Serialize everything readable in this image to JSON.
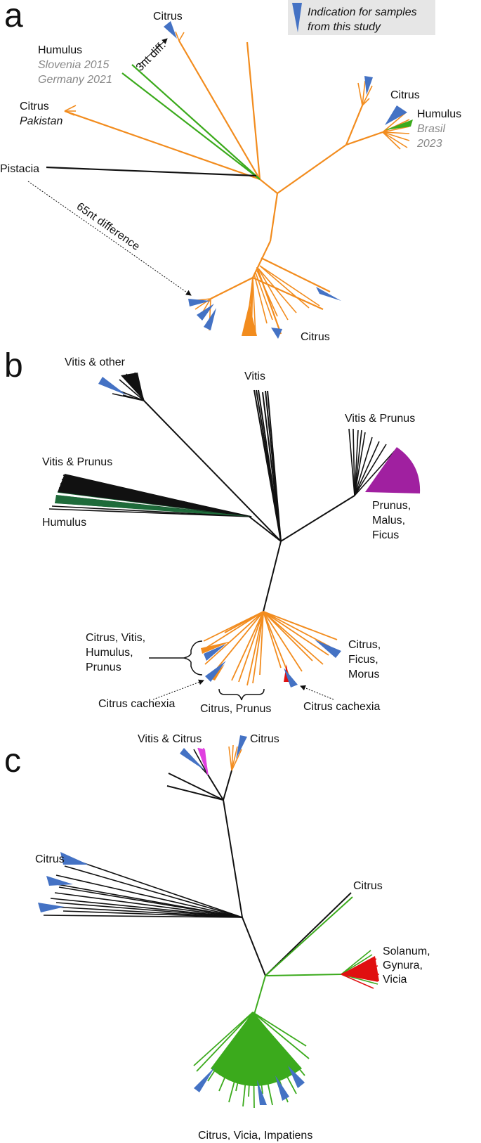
{
  "colors": {
    "orange": "#F28C1E",
    "green": "#3BAA1C",
    "darkgreen": "#1E6B3A",
    "black": "#111111",
    "blue": "#4472C4",
    "purple": "#A020A0",
    "magenta": "#E040E0",
    "red": "#E01010",
    "legend_bg": "#E6E6E6"
  },
  "legend": {
    "icon": "blue-wedge-icon",
    "line1": "Indication for samples",
    "line2": "from this study"
  },
  "panel_a": {
    "letter": "a",
    "citrus_top": "Citrus",
    "three_nt": "3nt diff.",
    "humulus": "Humulus",
    "slovenia": "Slovenia 2015",
    "germany": "Germany 2021",
    "citrus_pak": "Citrus",
    "pakistan": "Pakistan",
    "pistacia": "Pistacia",
    "sixtyfive": "65nt difference",
    "citrus_right": "Citrus",
    "humulus_right": "Humulus",
    "brasil": "Brasil",
    "year2023": "2023",
    "citrus_bottom": "Citrus"
  },
  "panel_b": {
    "letter": "b",
    "vitis_other": "Vitis & other",
    "vitis": "Vitis",
    "vitis_prunus_right": "Vitis & Prunus",
    "prunus": "Prunus,",
    "malus": "Malus,",
    "ficus": "Ficus",
    "vitis_prunus_left": "Vitis & Prunus",
    "humulus": "Humulus",
    "group_l1": "Citrus, Vitis,",
    "group_l2": "Humulus,",
    "group_l3": "Prunus",
    "cachexia_left": "Citrus cachexia",
    "citrus_prunus": "Citrus, Prunus",
    "cachexia_right": "Citrus cachexia",
    "cfm1": "Citrus,",
    "cfm2": "Ficus,",
    "cfm3": "Morus"
  },
  "panel_c": {
    "letter": "c",
    "vitis_citrus": "Vitis & Citrus",
    "citrus_top": "Citrus",
    "citrus_left": "Citrus",
    "citrus_right": "Citrus",
    "solanum": "Solanum,",
    "gynura": "Gynura,",
    "vicia": "Vicia",
    "bottom": "Citrus, Vicia, Impatiens"
  }
}
